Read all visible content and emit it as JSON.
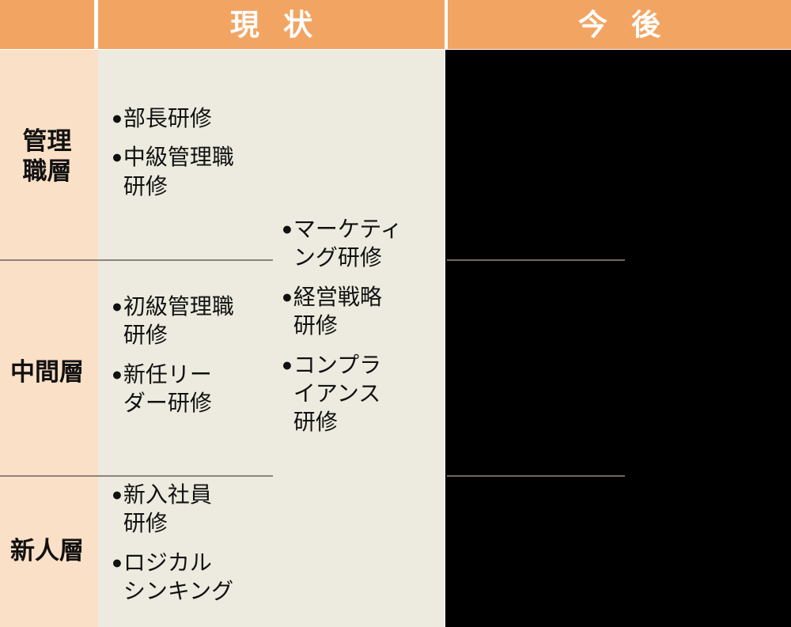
{
  "header": {
    "corner_label": "",
    "now_label": "現 状",
    "future_label": "今 後"
  },
  "colors": {
    "header_orange": "#f2a563",
    "label_peach": "#fae0c6",
    "content_cream": "#edebdf",
    "future_black": "#000000",
    "divider_gray": "#8a8578",
    "text_dark": "#111111",
    "header_text": "#ffffff"
  },
  "tiers": [
    {
      "label": "管理\n職層"
    },
    {
      "label": "中間層"
    },
    {
      "label": "新人層"
    }
  ],
  "now_column": {
    "groups": [
      {
        "tier": "管理職層",
        "sub_column": "a",
        "items": [
          {
            "bullet": "bullet-dot-icon",
            "text": "部長研修"
          },
          {
            "bullet": "bullet-dot-icon",
            "text": "中級管理職\n研修"
          }
        ]
      },
      {
        "tier": "管理職層-中間層",
        "sub_column": "b",
        "items": [
          {
            "bullet": "bullet-dot-icon",
            "text": "マーケティ\nング研修"
          },
          {
            "bullet": "bullet-dot-icon",
            "text": "経営戦略\n研修"
          },
          {
            "bullet": "bullet-dot-icon",
            "text": "コンプラ\nイアンス\n研修"
          }
        ]
      },
      {
        "tier": "中間層",
        "sub_column": "a",
        "items": [
          {
            "bullet": "bullet-dot-icon",
            "text": "初級管理職\n研修"
          },
          {
            "bullet": "bullet-dot-icon",
            "text": "新任リー\nダー研修"
          }
        ]
      },
      {
        "tier": "新人層",
        "sub_column": "a",
        "items": [
          {
            "bullet": "bullet-dot-icon",
            "text": "新入社員\n研修"
          },
          {
            "bullet": "bullet-dot-icon",
            "text": "ロジカル\nシンキング"
          }
        ]
      }
    ]
  },
  "future_column": {
    "items": []
  }
}
